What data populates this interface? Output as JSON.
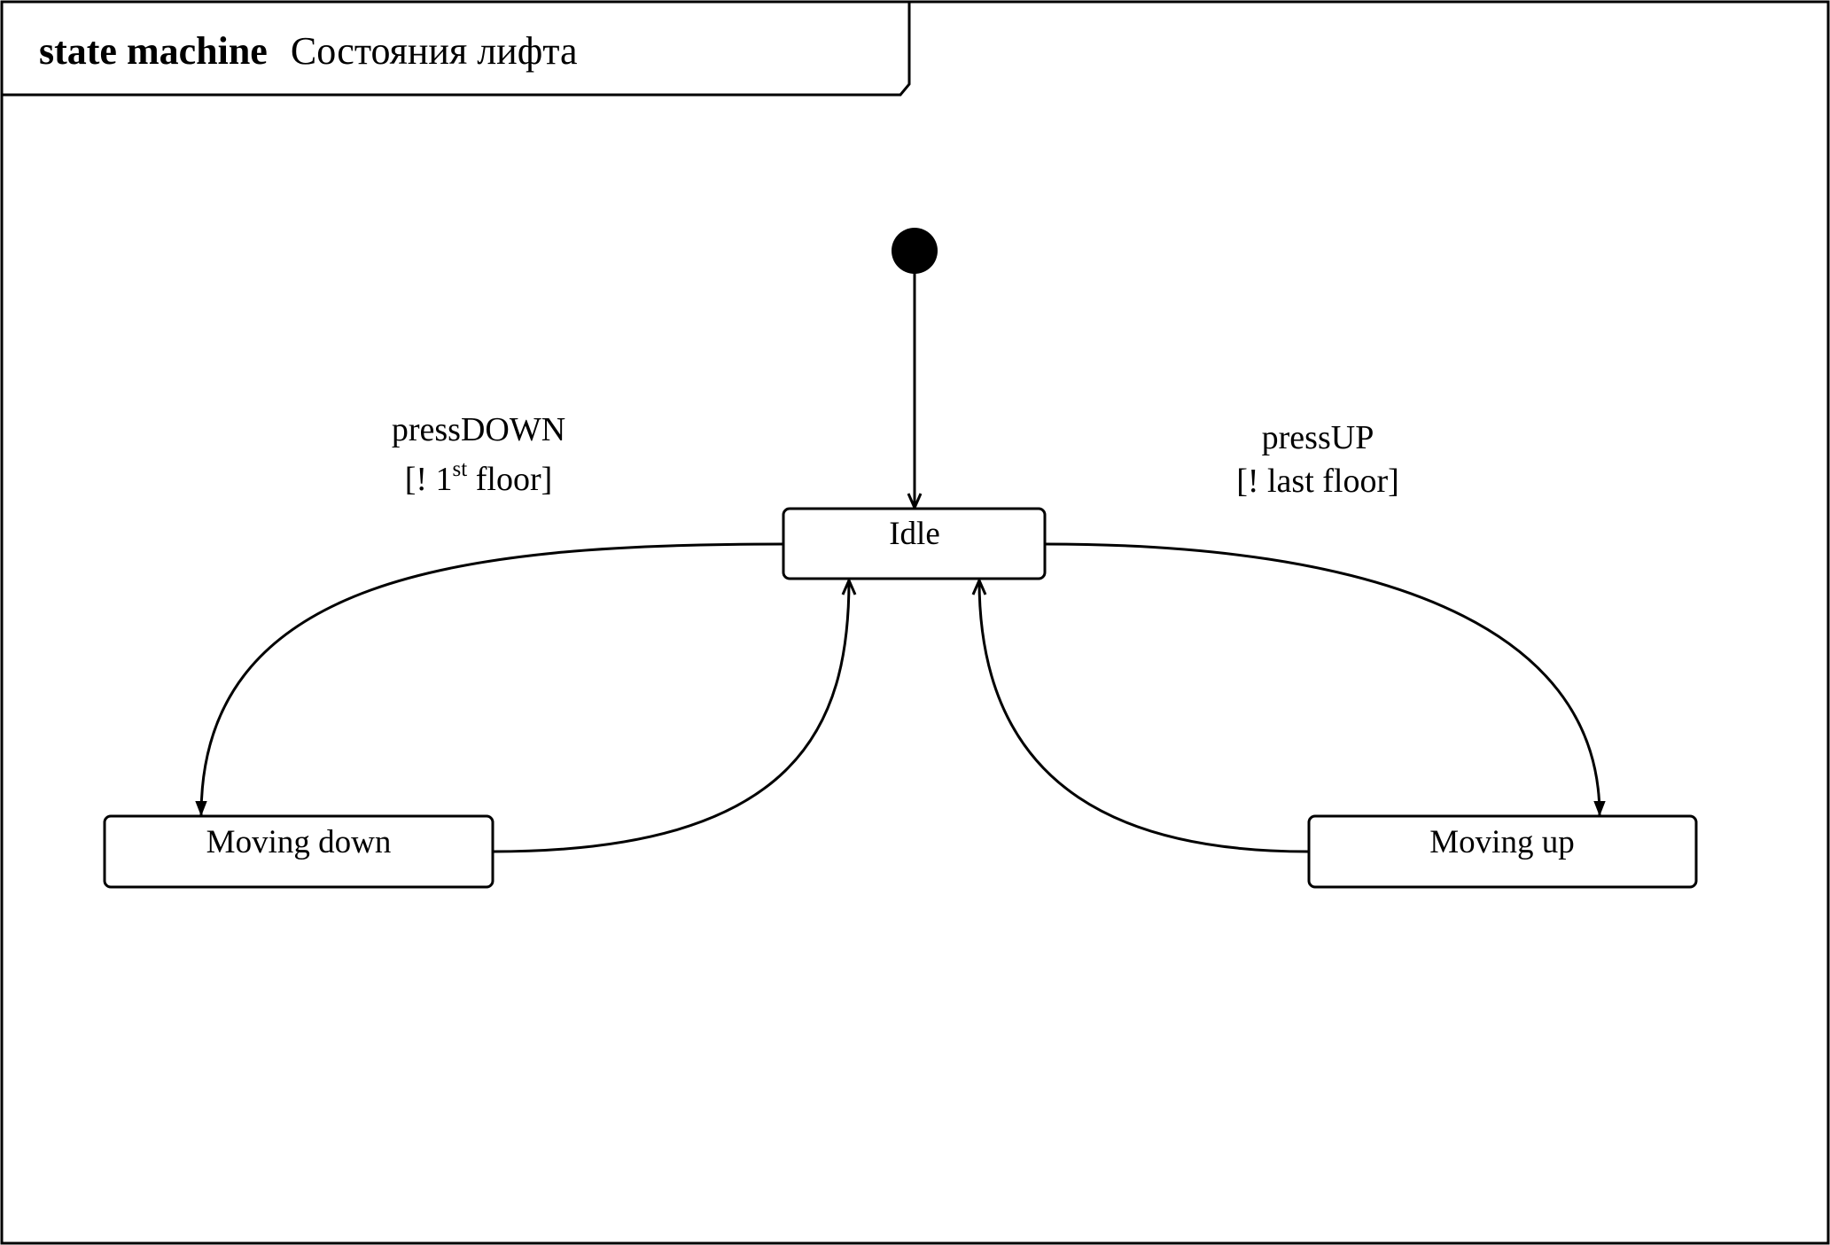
{
  "frame": {
    "keyword": "state machine",
    "name": "Состояния лифта"
  },
  "states": {
    "idle": "Idle",
    "moving_down": "Moving down",
    "moving_up": "Moving up"
  },
  "transitions": {
    "press_down": {
      "event": "pressDOWN",
      "guard_open": "[! 1",
      "guard_sup": "st",
      "guard_close": " floor]"
    },
    "press_up": {
      "event": "pressUP",
      "guard": "[! last floor]"
    }
  },
  "colors": {
    "line": "#000000",
    "background": "#ffffff"
  }
}
